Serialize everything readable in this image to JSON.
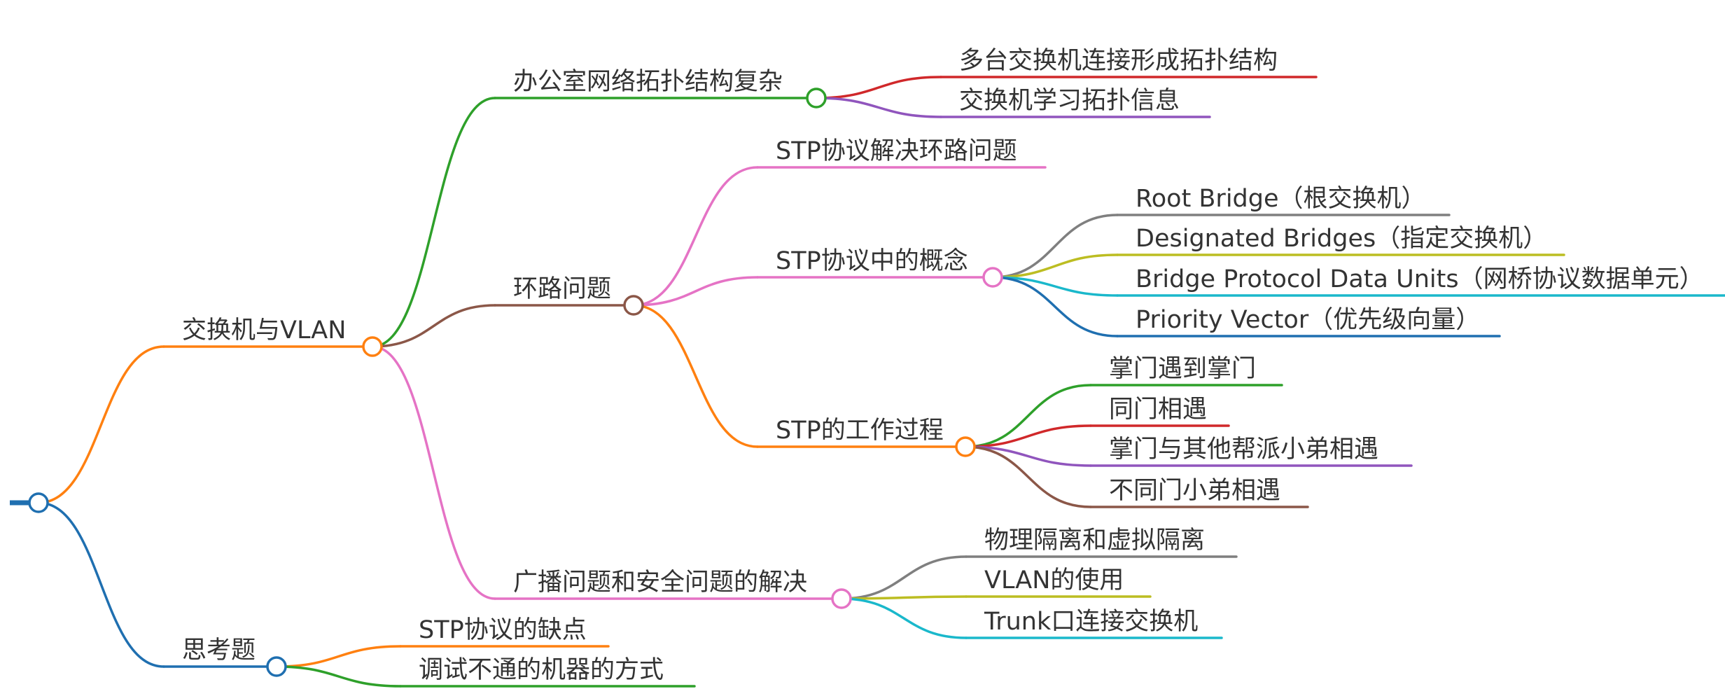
{
  "mindmap": {
    "root_color": "#1f6fb0",
    "nodes": [
      {
        "id": "n1",
        "label": "交换机与VLAN",
        "color": "#ff8010"
      },
      {
        "id": "n2",
        "label": "办公室网络拓扑结构复杂",
        "color": "#2ea02a"
      },
      {
        "id": "n3",
        "label": "多台交换机连接形成拓扑结构",
        "color": "#d0282a"
      },
      {
        "id": "n4",
        "label": "交换机学习拓扑信息",
        "color": "#9055bd"
      },
      {
        "id": "n5",
        "label": "环路问题",
        "color": "#8b5748"
      },
      {
        "id": "n6",
        "label": "STP协议解决环路问题",
        "color": "#e573c5"
      },
      {
        "id": "n7",
        "label": "STP协议中的概念",
        "color": "#e573c5"
      },
      {
        "id": "n8",
        "label": "Root Bridge（根交换机）",
        "color": "#7f7f7f"
      },
      {
        "id": "n9",
        "label": "Designated Bridges（指定交换机）",
        "color": "#bcbd22"
      },
      {
        "id": "n10",
        "label": "Bridge Protocol Data Units（网桥协议数据单元）",
        "color": "#1ab8cb"
      },
      {
        "id": "n11",
        "label": "Priority Vector（优先级向量）",
        "color": "#1f6fb0"
      },
      {
        "id": "n12",
        "label": "STP的工作过程",
        "color": "#ff8010"
      },
      {
        "id": "n13",
        "label": "掌门遇到掌门",
        "color": "#2ea02a"
      },
      {
        "id": "n14",
        "label": "同门相遇",
        "color": "#d0282a"
      },
      {
        "id": "n15",
        "label": "掌门与其他帮派小弟相遇",
        "color": "#9055bd"
      },
      {
        "id": "n16",
        "label": "不同门小弟相遇",
        "color": "#8b5748"
      },
      {
        "id": "n17",
        "label": "广播问题和安全问题的解决",
        "color": "#e573c5"
      },
      {
        "id": "n18",
        "label": "物理隔离和虚拟隔离",
        "color": "#7f7f7f"
      },
      {
        "id": "n19",
        "label": "VLAN的使用",
        "color": "#bcbd22"
      },
      {
        "id": "n20",
        "label": "Trunk口连接交换机",
        "color": "#1ab8cb"
      },
      {
        "id": "n21",
        "label": "思考题",
        "color": "#1f6fb0"
      },
      {
        "id": "n22",
        "label": "STP协议的缺点",
        "color": "#ff8010"
      },
      {
        "id": "n23",
        "label": "调试不通的机器的方式",
        "color": "#2ea02a"
      }
    ]
  }
}
